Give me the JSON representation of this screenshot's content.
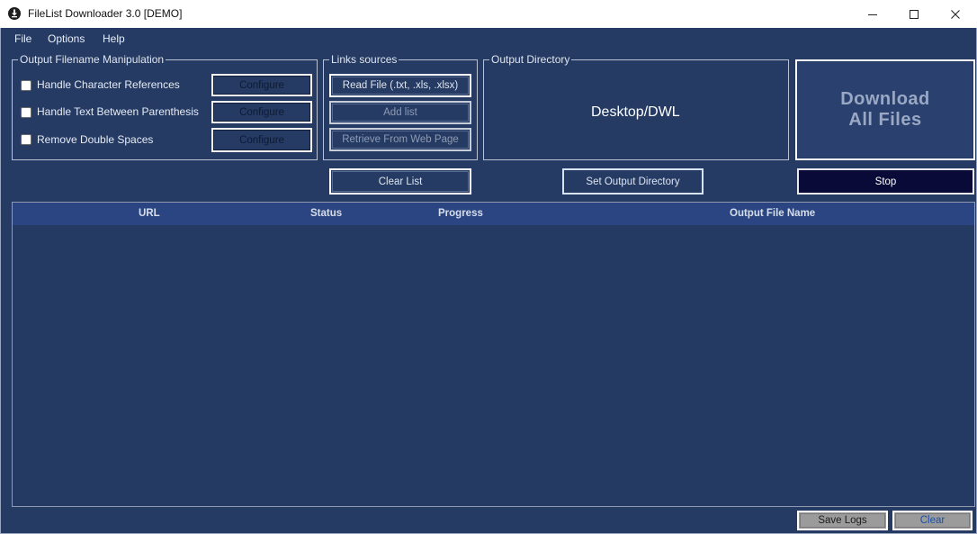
{
  "window": {
    "title": "FileList Downloader 3.0 [DEMO]",
    "controls": {
      "minimize": "—",
      "maximize": "☐",
      "close": "✕"
    },
    "app_icon": "download-circle-icon"
  },
  "menu": [
    "File",
    "Options",
    "Help"
  ],
  "filename_manipulation": {
    "legend": "Output Filename Manipulation",
    "rows": [
      {
        "label": "Handle Character References",
        "checked": false,
        "button": "Configure"
      },
      {
        "label": "Handle Text Between Parenthesis",
        "checked": false,
        "button": "Configure"
      },
      {
        "label": "Remove Double Spaces",
        "checked": false,
        "button": "Configure"
      }
    ]
  },
  "links_sources": {
    "legend": "Links sources",
    "read_file": "Read File (.txt, .xls, .xlsx)",
    "add_list": "Add list",
    "retrieve": "Retrieve From Web Page",
    "clear_list": "Clear List"
  },
  "output_directory": {
    "legend": "Output Directory",
    "value": "Desktop/DWL",
    "set_button": "Set Output Directory"
  },
  "download": {
    "line1": "Download",
    "line2": "All Files"
  },
  "stop_button": "Stop",
  "table": {
    "columns": [
      "URL",
      "Status",
      "Progress",
      "Output File Name"
    ],
    "rows": []
  },
  "footer": {
    "save_logs": "Save Logs",
    "clear": "Clear"
  },
  "colors": {
    "background": "#253b64",
    "header": "#2b4582",
    "stop": "#0a0a38"
  }
}
